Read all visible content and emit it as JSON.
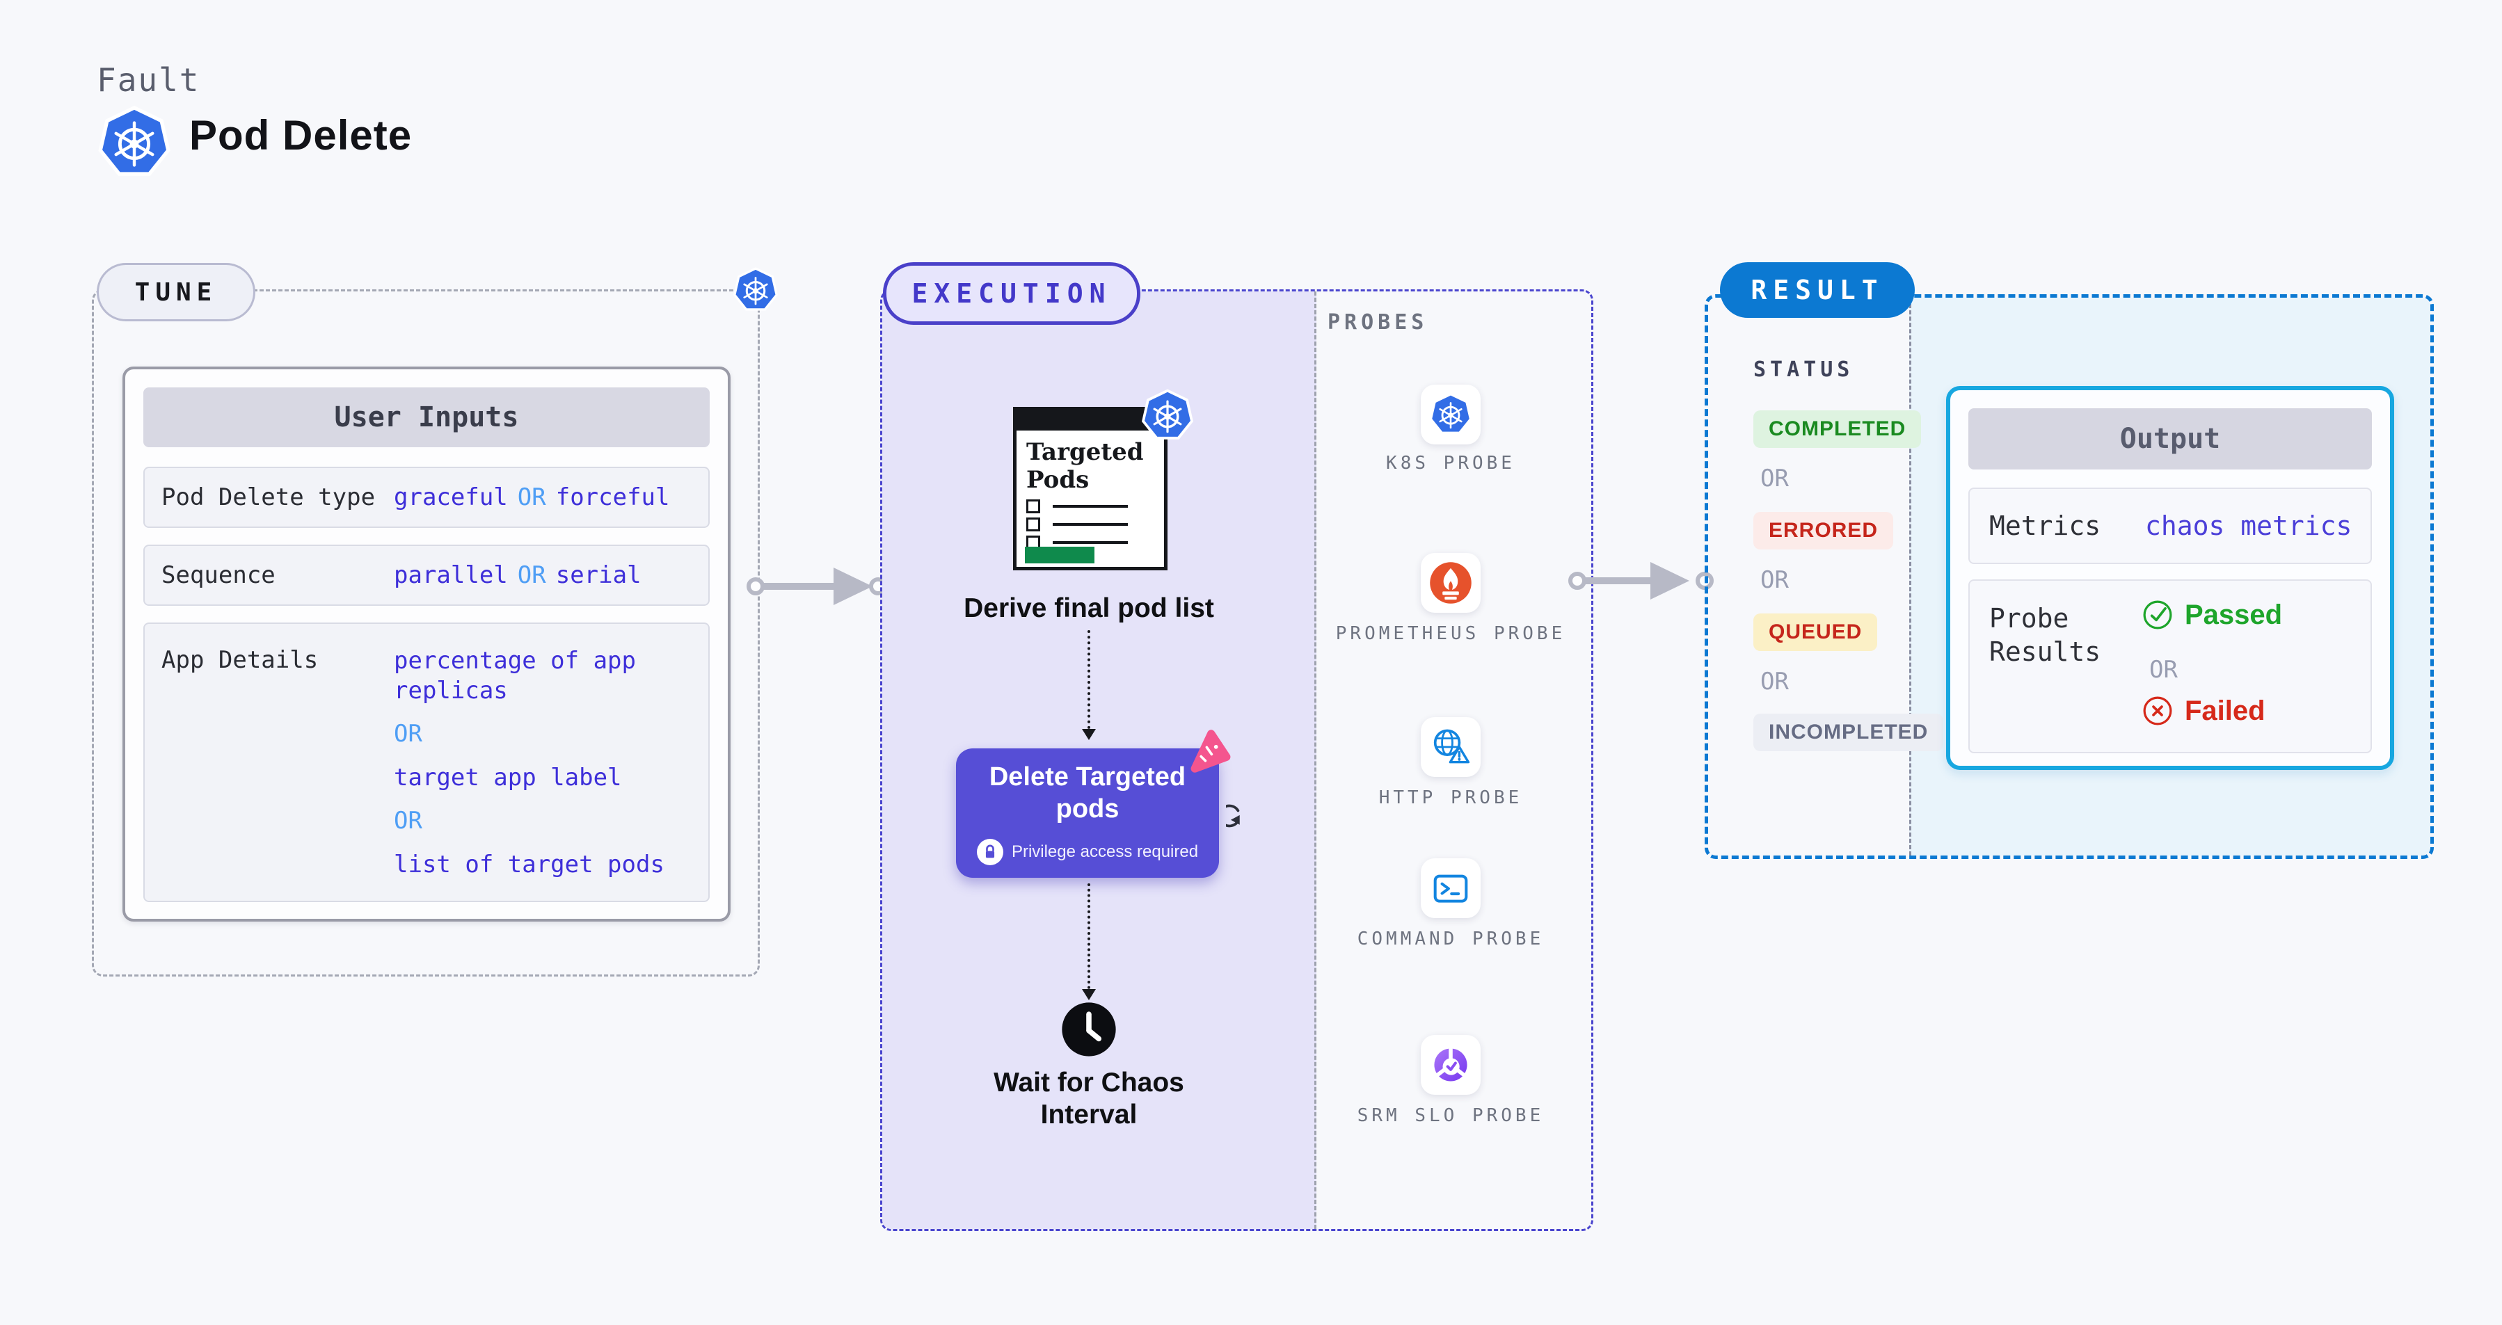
{
  "header": {
    "kicker": "Fault",
    "title": "Pod Delete"
  },
  "tune": {
    "pill": "TUNE",
    "table_title": "User Inputs",
    "or_label": "OR",
    "rows": [
      {
        "label": "Pod Delete type",
        "v1": "graceful",
        "v2": "forceful"
      },
      {
        "label": "Sequence",
        "v1": "parallel",
        "v2": "serial"
      },
      {
        "label": "App Details",
        "v1": "percentage of app replicas",
        "v2": "target app label",
        "v3": "list of target pods"
      }
    ]
  },
  "execution": {
    "pill": "EXECUTION",
    "pod_card": {
      "title": "Targeted Pods"
    },
    "step_derive": "Derive final pod list",
    "action": {
      "title": "Delete Targeted pods",
      "note": "Privilege access required"
    },
    "step_wait": "Wait for Chaos Interval"
  },
  "probes": {
    "title": "PROBES",
    "items": [
      {
        "label": "K8S PROBE",
        "icon": "kubernetes-icon"
      },
      {
        "label": "PROMETHEUS PROBE",
        "icon": "prometheus-icon"
      },
      {
        "label": "HTTP PROBE",
        "icon": "globe-alert-icon"
      },
      {
        "label": "COMMAND PROBE",
        "icon": "terminal-icon"
      },
      {
        "label": "SRM SLO PROBE",
        "icon": "slo-donut-icon"
      }
    ]
  },
  "result": {
    "pill": "RESULT",
    "status_title": "STATUS",
    "or_label": "OR",
    "statuses": [
      {
        "label": "COMPLETED",
        "kind": "completed"
      },
      {
        "label": "ERRORED",
        "kind": "errored"
      },
      {
        "label": "QUEUED",
        "kind": "queued"
      },
      {
        "label": "INCOMPLETED",
        "kind": "incompleted"
      }
    ],
    "output": {
      "title": "Output",
      "metrics_label": "Metrics",
      "metrics_value": "chaos metrics",
      "probe_results_label": "Probe Results",
      "passed": "Passed",
      "failed": "Failed"
    }
  },
  "colors": {
    "accent_indigo": "#3e2fd9",
    "or_blue": "#4f9ef5",
    "execution_purple": "#564ed6",
    "execution_border": "#4a45ce",
    "result_blue": "#0c79d2",
    "output_border": "#17a7e0",
    "passed_green": "#1ea52b",
    "failed_red": "#d6291a",
    "completed_bg": "#def3e0",
    "errored_bg": "#fcebe9",
    "queued_bg": "#fbf0c6",
    "incompleted_bg": "#eceef4",
    "k8s_blue": "#326de6",
    "prometheus_orange": "#e6522c",
    "litmus_pink": "#f4558e",
    "green_bar": "#0f8a4c"
  }
}
